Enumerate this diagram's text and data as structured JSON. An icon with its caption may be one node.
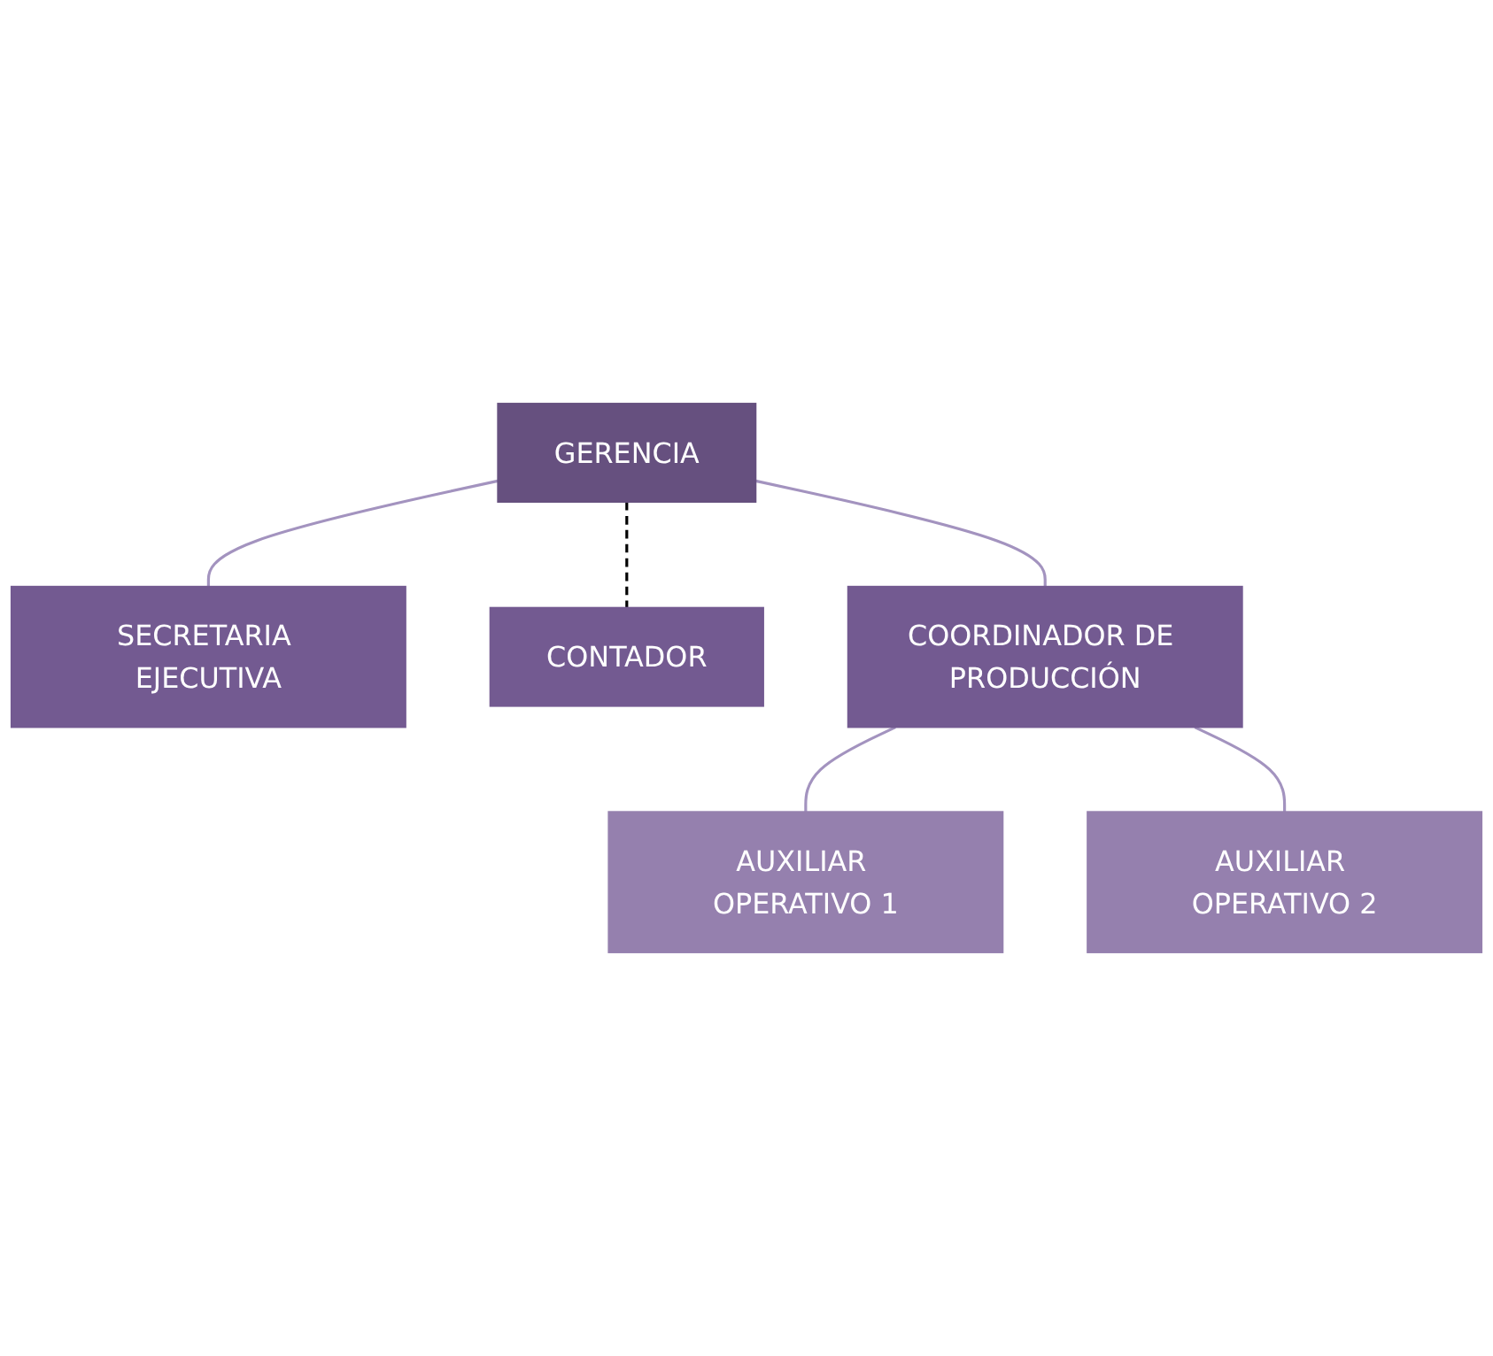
{
  "diagram": {
    "nodes": [
      {
        "text": [
          "GERENCIA"
        ]
      },
      {
        "text": [
          "SECRETARIA EJECUTIVA"
        ]
      },
      {
        "text": [
          "CONTADOR"
        ]
      },
      {
        "text": [
          "COORDINADOR DE PRODUCCIÓN"
        ]
      },
      {
        "text": [
          "AUXILIAR OPERATIVO 1"
        ]
      },
      {
        "text": [
          "AUXILIAR OPERATIVO 2"
        ]
      }
    ],
    "edges": [
      {
        "from": 0,
        "to": 1,
        "arrow": "none"
      },
      {
        "from": 0,
        "to": 2,
        "arrow": "none",
        "style": "dashed",
        "color": "#000000"
      },
      {
        "from": 0,
        "to": 3,
        "arrow": "none"
      },
      {
        "from": 3,
        "to": 4,
        "arrow": "none"
      },
      {
        "from": 3,
        "to": 5,
        "arrow": "none"
      }
    ]
  }
}
